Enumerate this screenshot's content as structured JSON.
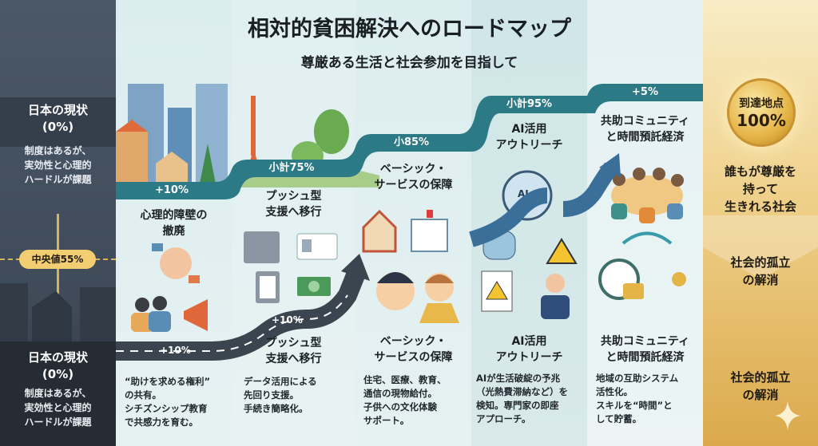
{
  "header": {
    "title": "相対的貧困解決へのロードマップ",
    "subtitle": "尊厳ある生活と社会参加を目指して"
  },
  "left": {
    "top_title": "日本の現状",
    "top_pct": "(0%)",
    "top_text": [
      "制度はあるが、",
      "実効性と心理的",
      "ハードルが課題"
    ],
    "median": "中央値55%",
    "bottom_title": "日本の現状",
    "bottom_pct": "(0%)",
    "bottom_text": [
      "制度はあるが、",
      "実効性と心理的",
      "ハードルが課題"
    ]
  },
  "steps": [
    {
      "band": "+10%",
      "title": [
        "心理的障壁の",
        "撤廃"
      ],
      "road": "+10%",
      "body": [
        "“助けを求める権利”",
        "の共有。",
        "シチズンシップ教育",
        "で共感力を育む。"
      ]
    },
    {
      "band": "小計75%",
      "title": [
        "プッシュ型",
        "支援へ移行"
      ],
      "road": "+10%",
      "title2": [
        "プッシュ型",
        "支援へ移行"
      ],
      "body": [
        "データ活用による",
        "先回り支援。",
        "手続き簡略化。"
      ]
    },
    {
      "band": "小85%",
      "title": [
        "ベーシック・",
        "サービスの保障"
      ],
      "title2": [
        "ベーシック・",
        "サービスの保障"
      ],
      "body": [
        "住宅、医療、教育、",
        "通信の現物給付。",
        "子供への文化体験",
        "サポート。"
      ]
    },
    {
      "band": "小計95%",
      "title": [
        "AI活用",
        "アウトリーチ"
      ],
      "icon_text": "AI",
      "title2": [
        "AI活用",
        "アウトリーチ"
      ],
      "body": [
        "AIが生活破綻の予兆",
        "（光熱費滞納など）を",
        "検知。専門家の即座",
        "アプローチ。"
      ]
    },
    {
      "band": "+5%",
      "title": [
        "共助コミュニティ",
        "と時間預託経済"
      ],
      "title2": [
        "共助コミュニティ",
        "と時間預託経済"
      ],
      "body": [
        "地域の互助システム",
        "活性化。",
        "スキルを“時間”と",
        "して貯蓄。"
      ]
    }
  ],
  "goal": {
    "label": "到達地点",
    "pct": "100%",
    "text1": [
      "誰もが尊厳を",
      "持って",
      "生きれる社会"
    ],
    "text2": [
      "社会的孤立",
      "の解消"
    ],
    "text3": [
      "社会的孤立",
      "の解消"
    ]
  },
  "colors": {
    "teal": "#2c7a86",
    "road": "#3a4550",
    "gold": "#e5b447"
  }
}
